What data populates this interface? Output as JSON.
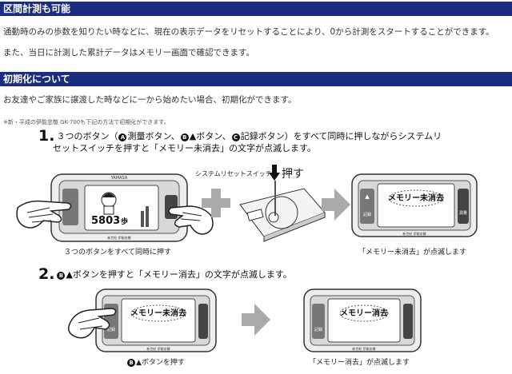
{
  "section1": {
    "title": "区間計測も可能",
    "text1": "通勤時のみの歩数を知りたい時などに、現在の表示データをリセットすることにより、0から計測をスタートすることができます。",
    "text2": "また、当日に計測した累計データはメモリー画面で確認できます。"
  },
  "section2": {
    "title": "初期化について",
    "text1": "お友達やご家族に譲渡した時などに一から始めたい場合、初期化ができます。",
    "note": "※新・平成の伊能忠敬 GK-700も下記の方法で初期化ができます。"
  },
  "step1": {
    "num": "1.",
    "line1_a": "３つのボタン（",
    "circle_a": "A",
    "line1_b": "測量ボタン、",
    "circle_b": "B",
    "line1_c": "▲ボタン、",
    "circle_c": "C",
    "line1_d": "記録ボタン）をすべて同時に押しながらシステムリ",
    "line2": "セットスイッチを押すと「メモリー未消去」の文字が点滅します。",
    "reset_label": "システムリセットスイッチ",
    "press_label": "押す",
    "caption_left": "３つのボタンをすべて同時に押す",
    "caption_right": "「メモリー未消去」が点滅します",
    "steps_display": "5803",
    "steps_unit": "歩",
    "screen_text": "メモリー未消去"
  },
  "step2": {
    "num": "2.",
    "circle": "B",
    "text": "▲ボタンを押すと「メモリー消去」の文字が点滅します。",
    "caption_left_circle": "B",
    "caption_left": "▲ボタンを押す",
    "caption_right": "「メモリー消去」が点滅します",
    "screen_left": "メモリー未消去",
    "screen_right": "メモリー消去"
  },
  "device": {
    "brand": "YAMASA",
    "btn_left_top": "▲",
    "btn_left_bottom": "記録",
    "btn_right": "測量",
    "footer": "新世紀 伊能忠敬"
  }
}
